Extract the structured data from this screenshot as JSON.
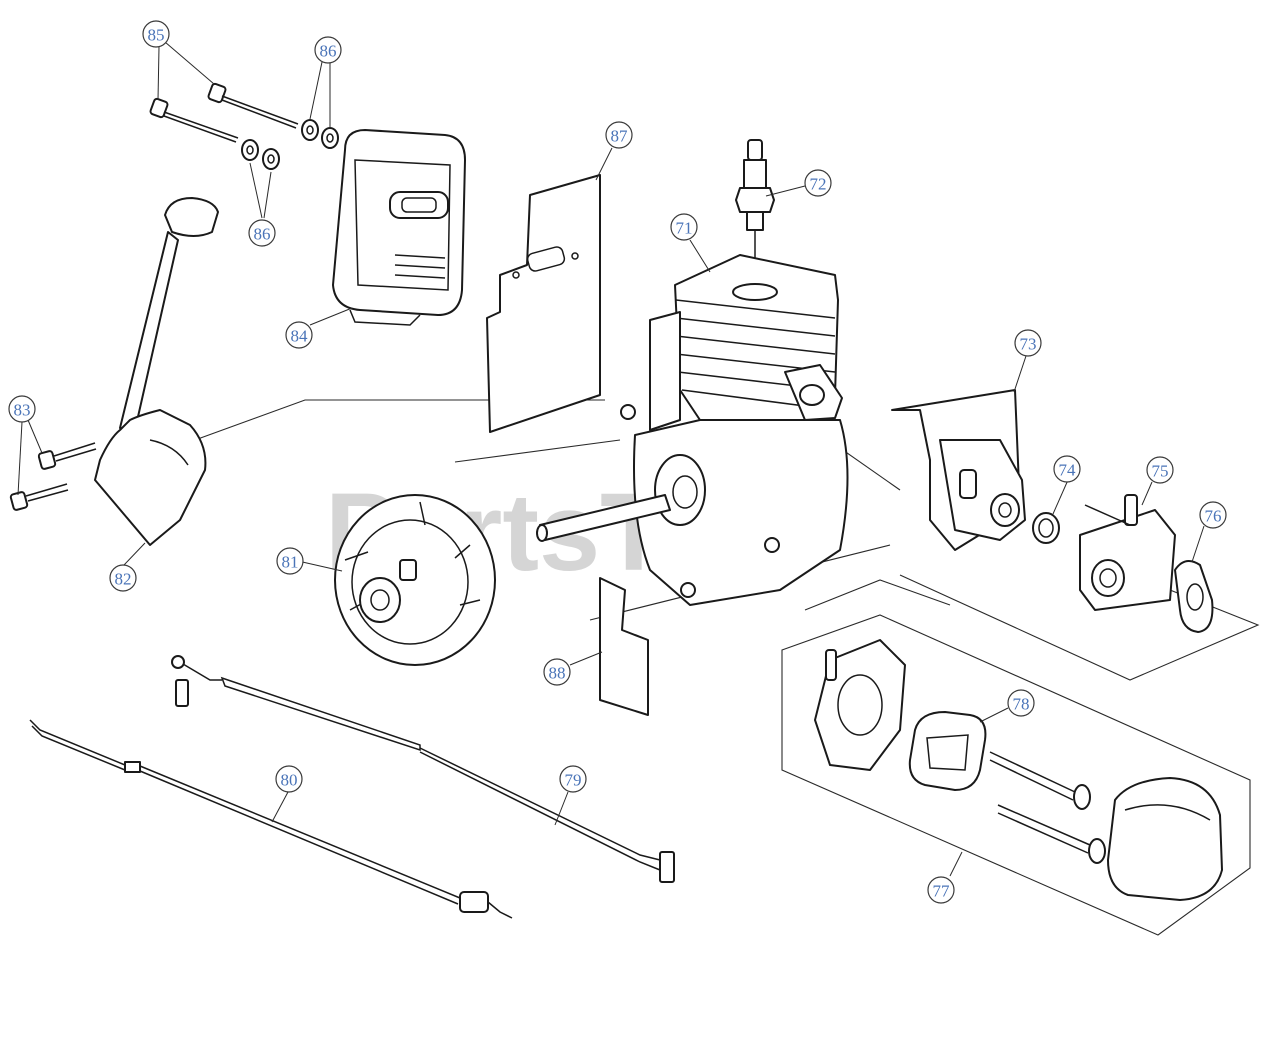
{
  "watermark": "PartsTree",
  "callouts": {
    "c71": "71",
    "c72": "72",
    "c73": "73",
    "c74": "74",
    "c75": "75",
    "c76": "76",
    "c77": "77",
    "c78": "78",
    "c79": "79",
    "c80": "80",
    "c81": "81",
    "c82": "82",
    "c83": "83",
    "c84": "84",
    "c85": "85",
    "c86a": "86",
    "c86b": "86",
    "c87": "87",
    "c88": "88"
  }
}
